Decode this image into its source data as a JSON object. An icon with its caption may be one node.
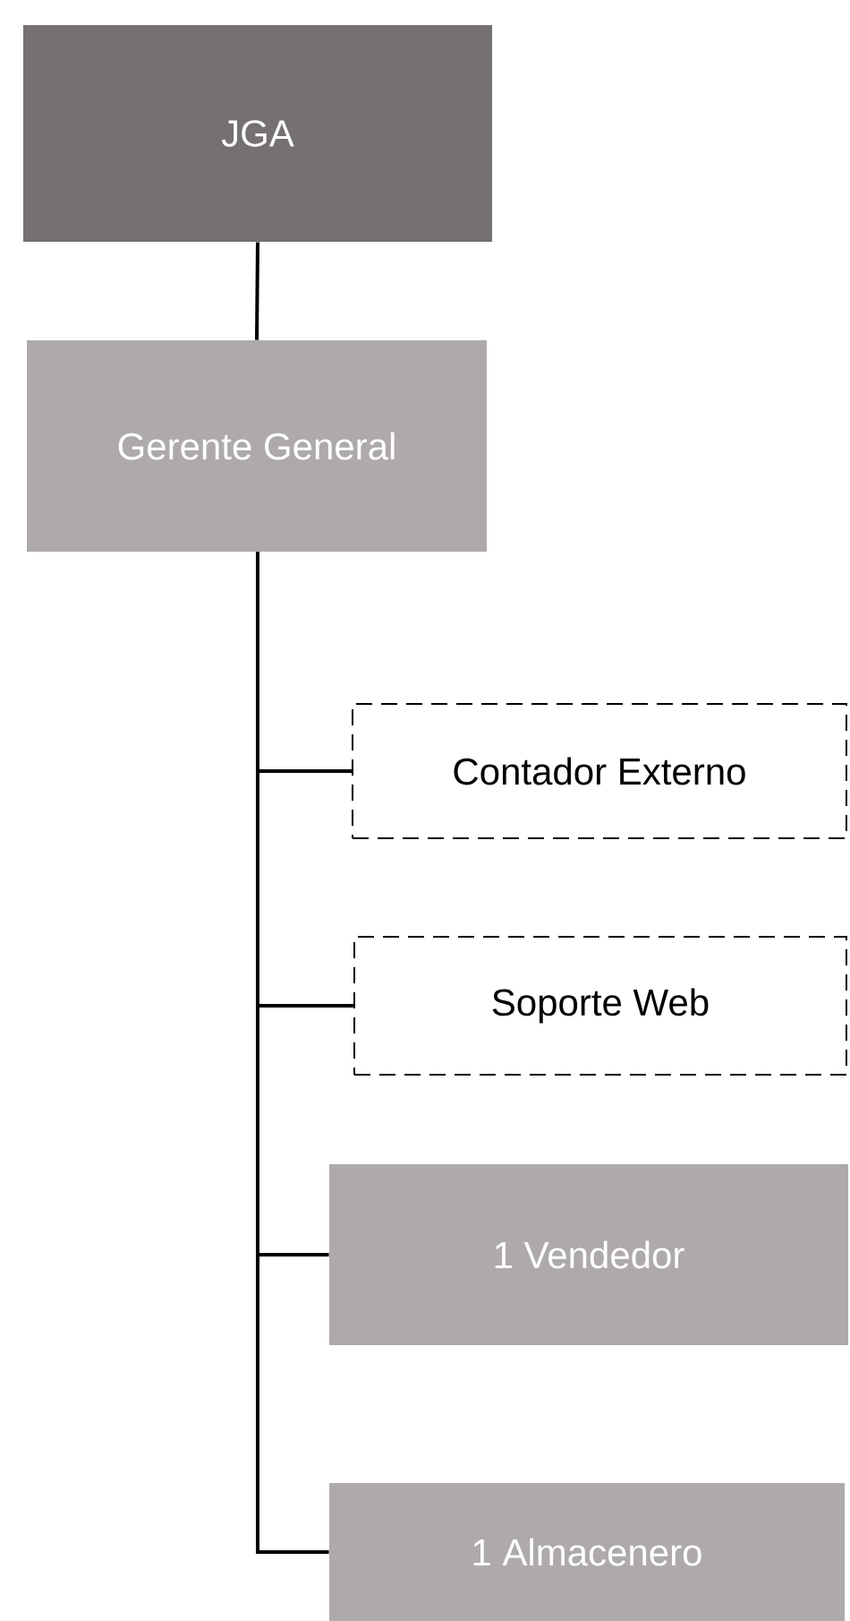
{
  "diagram": {
    "nodes": [
      {
        "text": [
          "JGA"
        ]
      },
      {
        "text": [
          "Gerente General"
        ]
      },
      {
        "text": [
          "Contador Externo"
        ]
      },
      {
        "text": [
          "Soporte Web"
        ]
      },
      {
        "text": [
          "1 Vendedor"
        ]
      },
      {
        "text": [
          "1 Almacenero"
        ]
      }
    ],
    "edges": [
      {
        "from": 0,
        "to": 1,
        "arrow": "none"
      },
      {
        "from": 1,
        "to": 2,
        "arrow": "none"
      },
      {
        "from": 1,
        "to": 3,
        "arrow": "none"
      },
      {
        "from": 1,
        "to": 4,
        "arrow": "none"
      },
      {
        "from": 1,
        "to": 5,
        "arrow": "none"
      }
    ]
  }
}
